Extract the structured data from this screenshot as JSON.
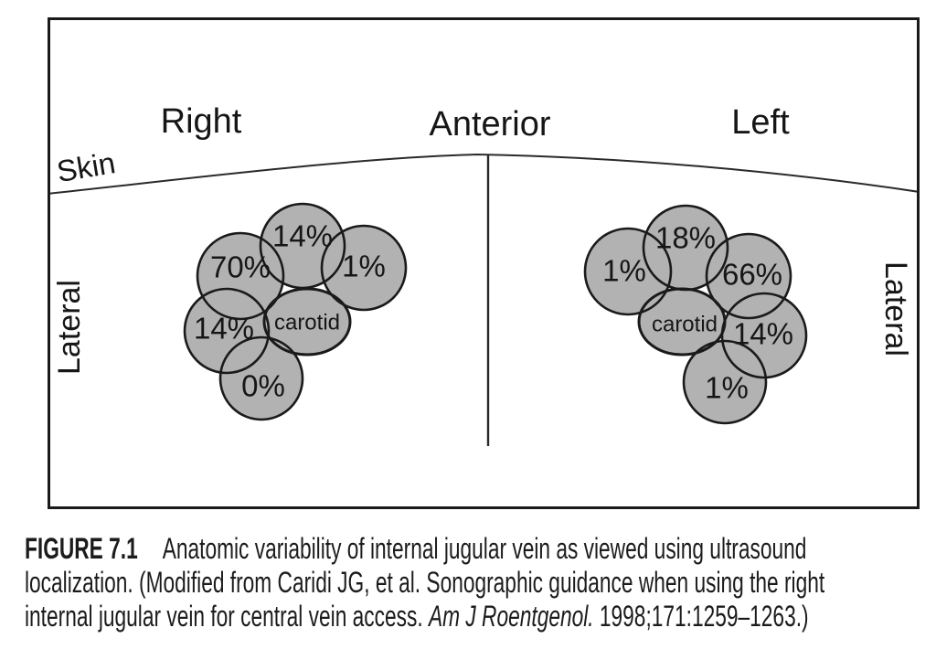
{
  "figure": {
    "region_labels": {
      "right": "Right",
      "anterior": "Anterior",
      "left": "Left",
      "skin": "Skin",
      "lateral_left": "Lateral",
      "lateral_right": "Lateral"
    },
    "right_ijv_cluster": {
      "circles": [
        "70%",
        "14%",
        "1%",
        "14%",
        "0%"
      ],
      "carotid": "carotid"
    },
    "left_ijv_cluster": {
      "circles": [
        "1%",
        "18%",
        "66%",
        "14%",
        "1%"
      ],
      "carotid": "carotid"
    },
    "colors": {
      "vessel_fill": "#b2b2b2",
      "outline": "#1a1a1a"
    }
  },
  "caption": {
    "figure_label": "FIGURE 7.1",
    "line1_rest": "Anatomic variability of internal jugular vein as viewed using ultrasound",
    "line2": "localization. (Modified from Caridi JG, et al. Sonographic guidance when using the right",
    "line3_pre": "internal jugular vein for central vein access. ",
    "line3_italic": "Am J Roentgenol.",
    "line3_post": " 1998;171:1259–1263.)"
  }
}
